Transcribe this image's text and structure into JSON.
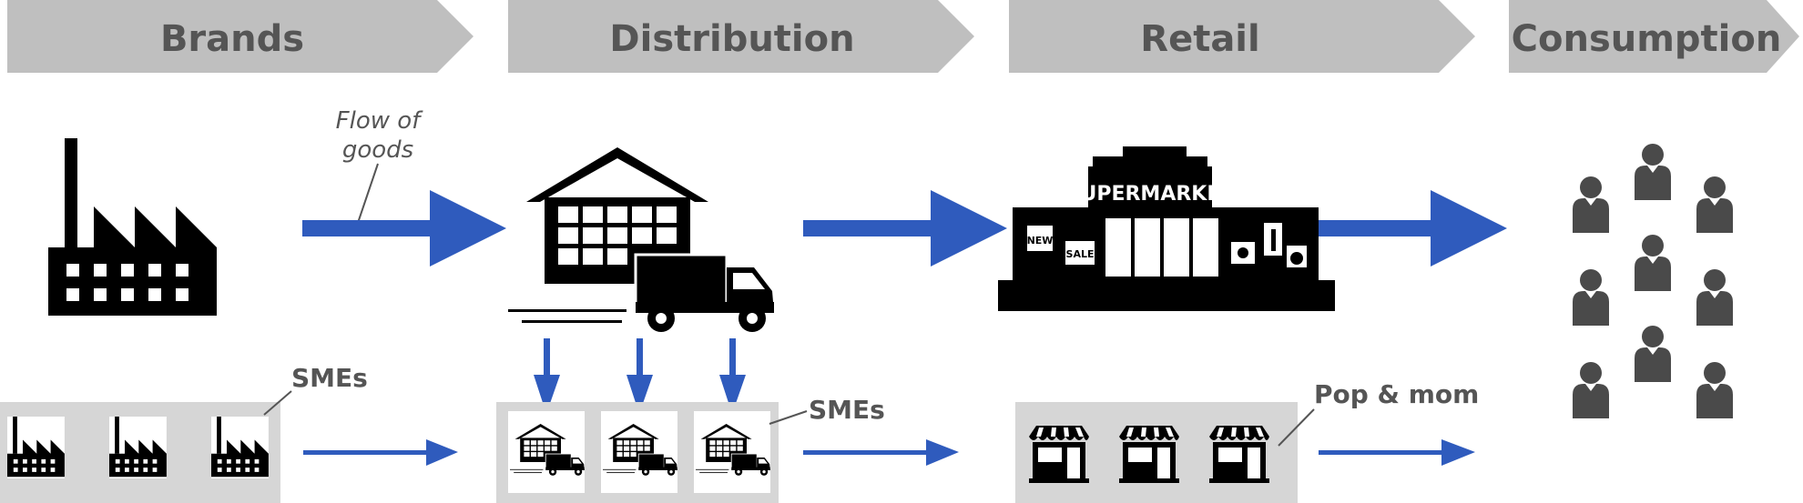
{
  "stages": [
    "Brands",
    "Distribution",
    "Retail",
    "Consumption"
  ],
  "annotations": {
    "flow_line1": "Flow of",
    "flow_line2": "goods",
    "smes_brands": "SMEs",
    "smes_distribution": "SMEs",
    "pop_mom": "Pop & mom",
    "supermarket_sign": "SUPERMARKET",
    "new_tag": "NEW",
    "sale_tag": "SALE"
  },
  "colors": {
    "header_fill": "#bfbfbf",
    "header_text": "#555555",
    "arrow": "#2f5bbd",
    "icon_black": "#000000",
    "person_gray": "#4a4a4a",
    "panel_gray": "#d6d6d6"
  }
}
